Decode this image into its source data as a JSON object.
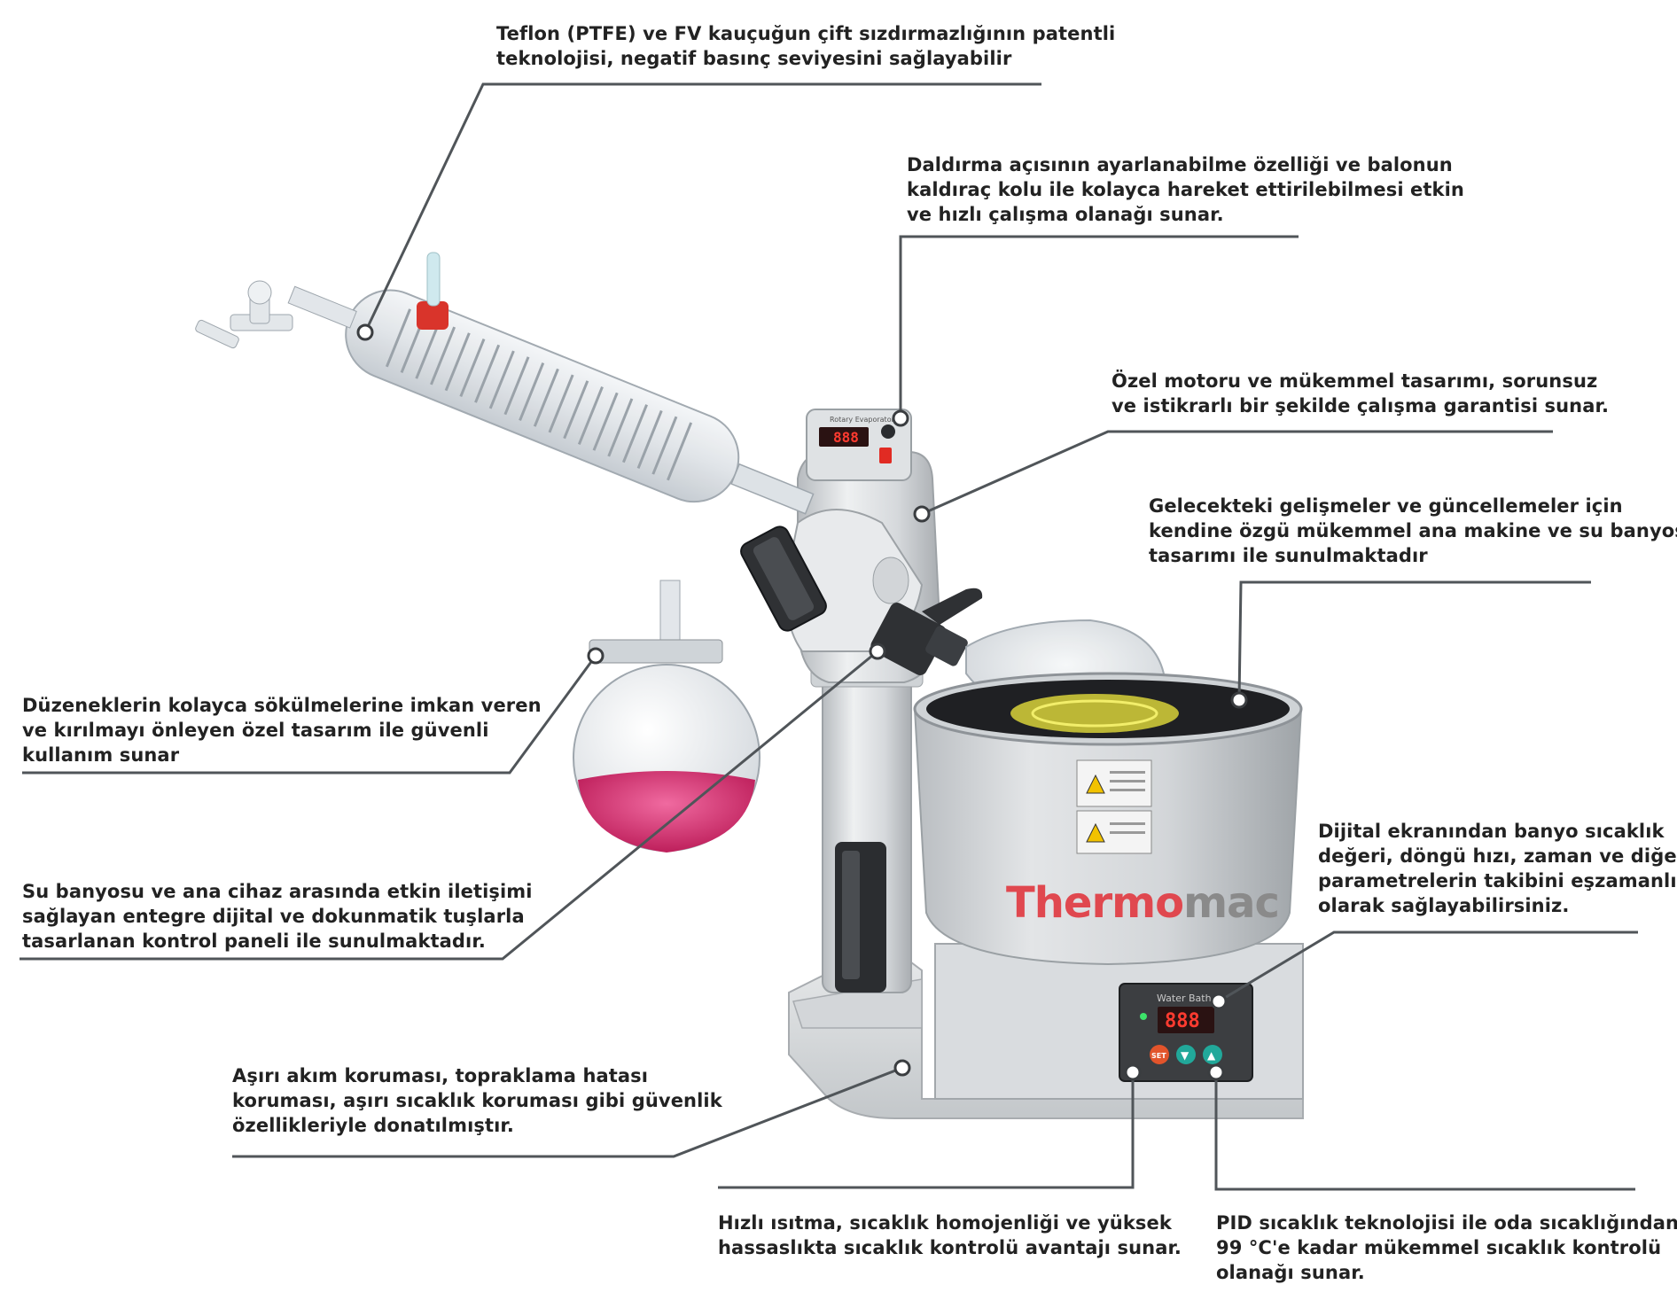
{
  "brand": {
    "part1": "Thermo",
    "part2": "mac",
    "color1": "#e0484f",
    "color2": "#8a8a8a"
  },
  "device": {
    "rotovap_panel_label": "Rotary Evaporator",
    "rotovap_display": "888",
    "bath_panel_label": "Water Bath",
    "bath_display": "888",
    "set_button": "SET",
    "down_button": "▼",
    "up_button": "▲"
  },
  "callouts": {
    "teflon": [
      "Teflon (PTFE) ve FV kauçuğun çift sızdırmazlığının patentli",
      "teknolojisi, negatif basınç seviyesini sağlayabilir"
    ],
    "daldirma": [
      "Daldırma açısının ayarlanabilme özelliği ve balonun",
      "kaldıraç kolu ile kolayca hareket ettirilebilmesi etkin",
      "ve hızlı çalışma olanağı sunar."
    ],
    "motor": [
      "Özel motoru ve mükemmel tasarımı, sorunsuz",
      "ve istikrarlı bir şekilde çalışma garantisi sunar."
    ],
    "gelecek": [
      "Gelecekteki gelişmeler ve güncellemeler için",
      "kendine özgü mükemmel ana makine ve su banyosu",
      "tasarımı ile sunulmaktadır"
    ],
    "duzenek": [
      "Düzeneklerin kolayca sökülmelerine imkan veren",
      "ve kırılmayı önleyen özel tasarım ile güvenli",
      "kullanım sunar"
    ],
    "dijital": [
      "Dijital ekranından banyo sıcaklık",
      "değeri, döngü hızı, zaman ve diğer",
      "parametrelerin takibini eşzamanlı",
      "olarak sağlayabilirsiniz."
    ],
    "subanyosu": [
      "Su banyosu ve ana cihaz arasında etkin iletişimi",
      "sağlayan entegre dijital ve dokunmatik tuşlarla",
      "tasarlanan kontrol paneli ile sunulmaktadır."
    ],
    "asiri": [
      "Aşırı akım koruması, topraklama hatası",
      "koruması, aşırı sıcaklık koruması gibi güvenlik",
      "özellikleriyle donatılmıştır."
    ],
    "hizli": [
      "Hızlı ısıtma, sıcaklık homojenliği ve yüksek",
      "hassaslıkta sıcaklık kontrolü avantajı sunar."
    ],
    "pid": [
      "PID sıcaklık teknolojisi ile oda sıcaklığından",
      "99 °C'e kadar mükemmel sıcaklık kontrolü",
      "olanağı sunar."
    ]
  }
}
